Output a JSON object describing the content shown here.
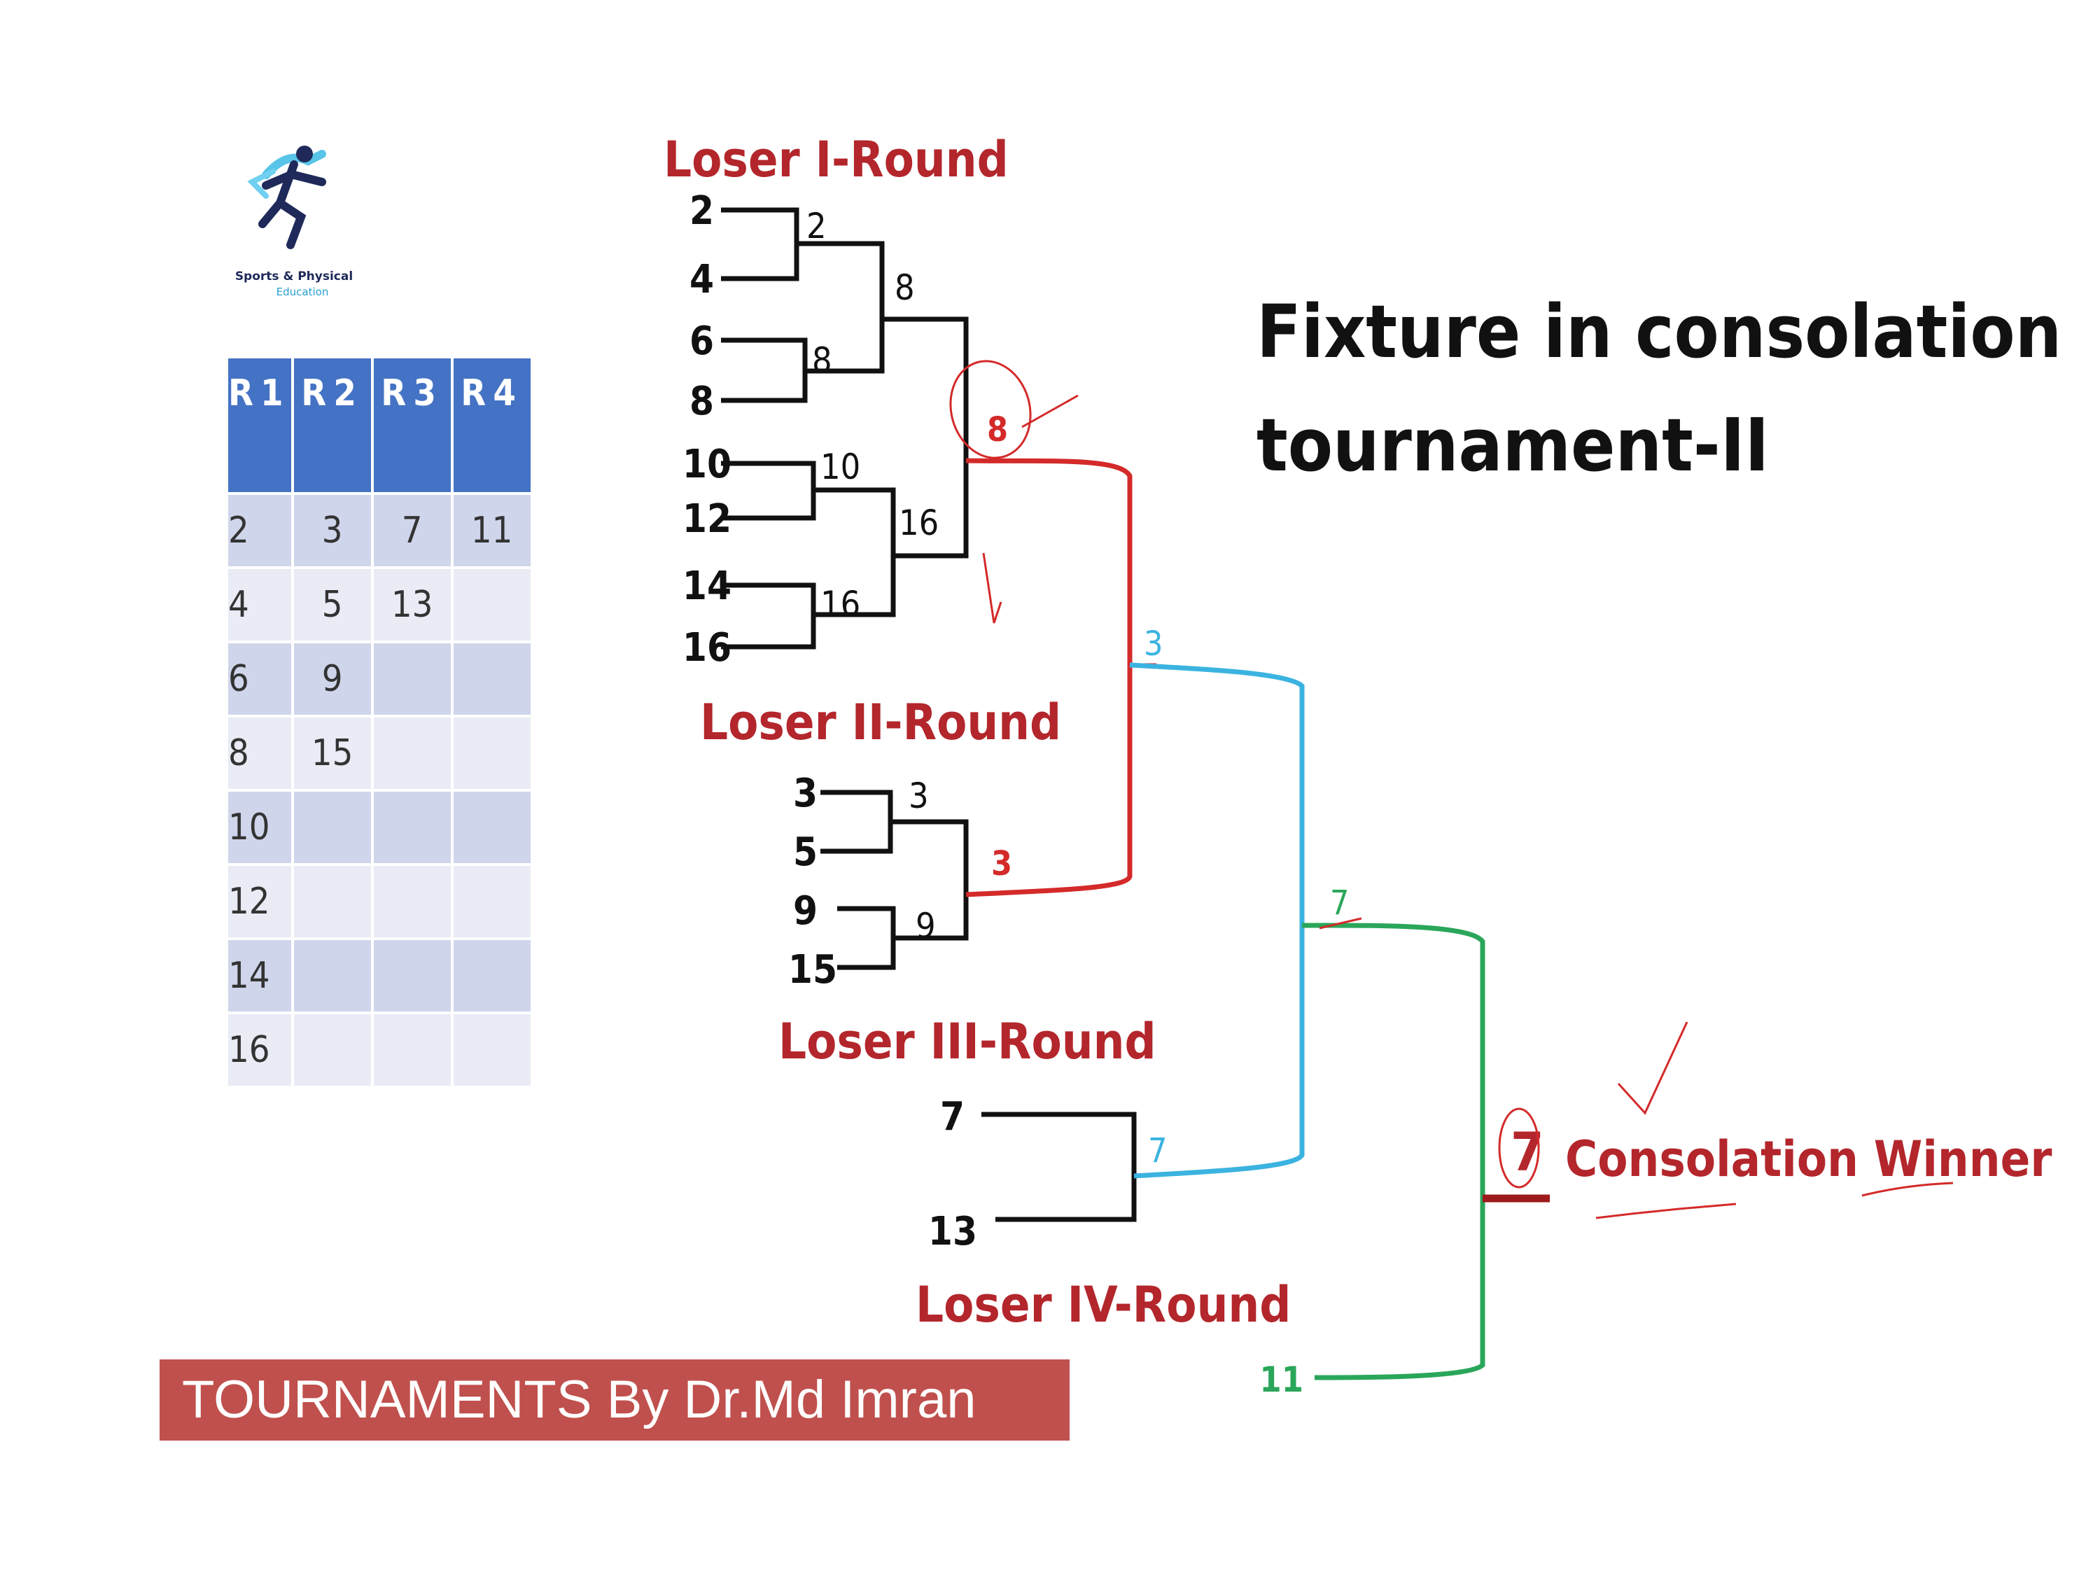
{
  "logo": {
    "icon": "running-athlete-icon",
    "line1": "Sports & Physical",
    "line2": "Education"
  },
  "rounds_table": {
    "headers": [
      "R1",
      "R2",
      "R3",
      "R4"
    ],
    "rows": [
      [
        "2",
        "3",
        "7",
        "11"
      ],
      [
        "4",
        "5",
        "13",
        ""
      ],
      [
        "6",
        "9",
        "",
        ""
      ],
      [
        "8",
        "15",
        "",
        ""
      ],
      [
        "10",
        "",
        "",
        ""
      ],
      [
        "12",
        "",
        "",
        ""
      ],
      [
        "14",
        "",
        "",
        ""
      ],
      [
        "16",
        "",
        "",
        ""
      ]
    ]
  },
  "title": {
    "line1": "Fixture in consolation",
    "line2": "tournament-II"
  },
  "rounds": {
    "loser_1": "Loser I-Round",
    "loser_2": "Loser II-Round",
    "loser_3": "Loser III-Round",
    "loser_4": "Loser IV-Round"
  },
  "bracket": {
    "loser_1_entrants": [
      "2",
      "4",
      "6",
      "8",
      "10",
      "12",
      "14",
      "16"
    ],
    "loser_1_r1_winners": [
      "2",
      "8",
      "10",
      "16"
    ],
    "loser_1_r2_winners": [
      "8",
      "16"
    ],
    "loser_1_winner": "8",
    "loser_2_entrants": [
      "3",
      "5",
      "9",
      "15"
    ],
    "loser_2_r1_winners": [
      "3",
      "9"
    ],
    "loser_2_winner": "3",
    "red_final_winner": "3",
    "loser_3_entrants": [
      "7",
      "13"
    ],
    "loser_3_winner": "7",
    "blue_final_winner": "7",
    "loser_4_entrant": "11",
    "champion": "7",
    "champion_label": "Consolation Winner"
  },
  "colors": {
    "black_bracket": "#111111",
    "red_bracket": "#d42a2a",
    "blue_bracket": "#3bb3e0",
    "green_bracket": "#2aa65a",
    "round_label": "#b3262b",
    "table_header": "#4472c4",
    "banner": "#c0504d"
  },
  "footer": {
    "banner_text": "TOURNAMENTS By Dr.Md Imran"
  }
}
